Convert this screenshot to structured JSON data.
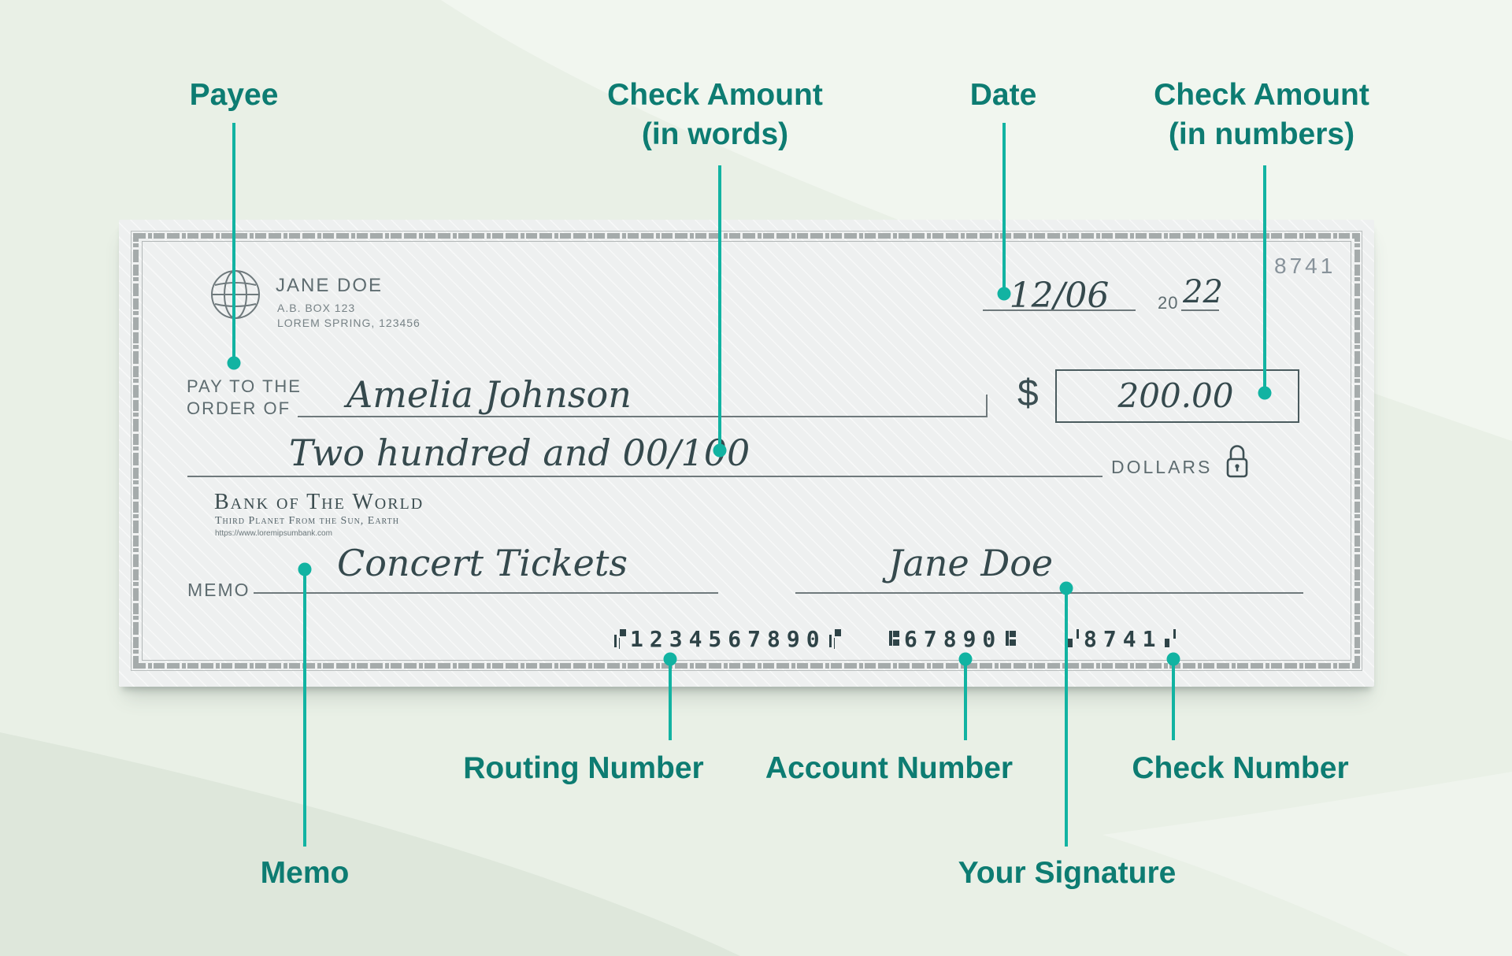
{
  "colors": {
    "background": "#e9f0e6",
    "label_teal": "#0d7c72",
    "callout_teal": "#12b3a2",
    "check_paper": "#eef0f0",
    "check_text": "#35494d",
    "preprint_gray": "#5e6c70"
  },
  "icons": {
    "bank_logo": "globe-icon",
    "security": "lock-icon"
  },
  "callouts": {
    "payee": {
      "label": "Payee"
    },
    "amount_words": {
      "label_line1": "Check Amount",
      "label_line2": "(in words)"
    },
    "date": {
      "label": "Date"
    },
    "amount_numbers": {
      "label_line1": "Check Amount",
      "label_line2": "(in numbers)"
    },
    "routing": {
      "label": "Routing Number"
    },
    "account": {
      "label": "Account Number"
    },
    "check_number": {
      "label": "Check Number"
    },
    "memo": {
      "label": "Memo"
    },
    "signature": {
      "label": "Your Signature"
    }
  },
  "check": {
    "account_holder": {
      "name": "JANE DOE",
      "address_line1": "A.B. BOX 123",
      "address_line2": "LOREM SPRING, 123456"
    },
    "check_number_top": "8741",
    "date": {
      "value": "12/06",
      "year_prefix": "20",
      "year_value": "22"
    },
    "pay_to": {
      "label_line1": "PAY TO THE",
      "label_line2": "ORDER OF",
      "payee_name": "Amelia Johnson"
    },
    "amount_numeric": {
      "currency_symbol": "$",
      "value": "200.00"
    },
    "amount_in_words": "Two hundred and 00/100",
    "dollars_label": "DOLLARS",
    "bank": {
      "name": "Bank of The World",
      "tagline": "Third Planet From the Sun, Earth",
      "url": "https://www.loremipsumbank.com"
    },
    "memo": {
      "label": "MEMO",
      "value": "Concert Tickets"
    },
    "signature": "Jane Doe",
    "micr": {
      "routing": "1234567890",
      "account": "67890",
      "check": "8741"
    }
  }
}
